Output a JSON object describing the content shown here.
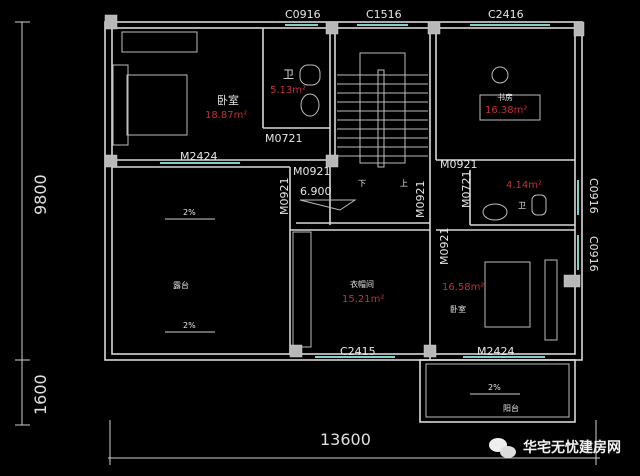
{
  "rooms": {
    "bedroom1": {
      "name": "卧室",
      "area": "18.87m²"
    },
    "bath1": {
      "name": "卫",
      "area": "5.13m²"
    },
    "study": {
      "name": "书房",
      "area": "16.38m²"
    },
    "bath2": {
      "name": "卫",
      "area": "4.14m²"
    },
    "terrace": {
      "name": "露台"
    },
    "closet": {
      "name": "衣帽间",
      "area": "15.21m²"
    },
    "bedroom2": {
      "name": "卧室",
      "area": "16.58m²"
    },
    "balcony": {
      "name": "阳台"
    }
  },
  "codes": {
    "c0916_top": "C0916",
    "c1516": "C1516",
    "c2416": "C2416",
    "m0721_a": "M0721",
    "m2424_a": "M2424",
    "m0921_a": "M0921",
    "m0921_b": "M0921",
    "m0921_c": "M0921",
    "m0921_d": "M0921",
    "m0921_e": "M0921",
    "m0721_b": "M0721",
    "c0916_r1": "C0916",
    "c0916_r2": "C0916",
    "c2415": "C2415",
    "m2424_b": "M2424"
  },
  "stair": {
    "level": "6.900",
    "down": "下",
    "up": "上"
  },
  "slopes": {
    "terrace_top": "2%",
    "terrace_bottom": "2%",
    "balcony": "2%"
  },
  "dimensions": {
    "width": "13600",
    "depth": "9800",
    "balcony_depth": "1600"
  },
  "watermark": "华宅无忧建房网",
  "colors": {
    "background": "#000000",
    "walls": "#d8d8d8",
    "windows": "#7fd0c8",
    "area_text": "#c0303a"
  }
}
